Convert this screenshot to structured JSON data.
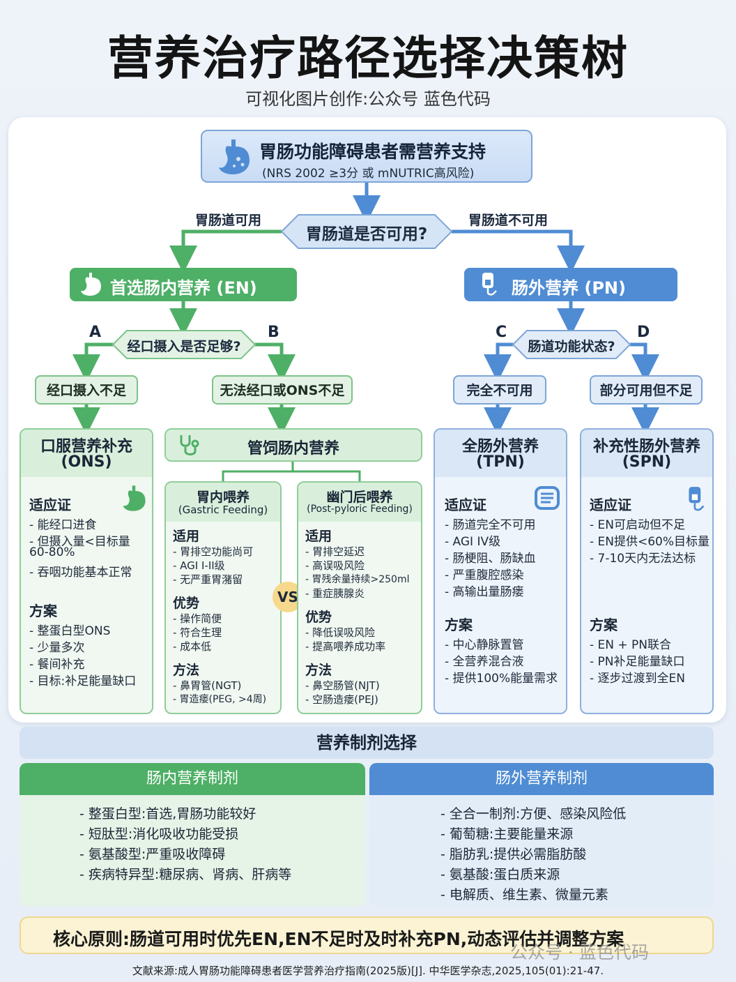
{
  "header": {
    "title": "营养治疗路径选择决策树",
    "subtitle": "可视化图片创作:公众号 蓝色代码"
  },
  "top": {
    "title": "胃肠功能障碍患者需营养支持",
    "criteria": "(NRS 2002 ≥3分 或 mNUTRIC高风险)"
  },
  "decision1": {
    "question": "胃肠道是否可用?",
    "yes_label": "胃肠道可用",
    "no_label": "胃肠道不可用"
  },
  "en": {
    "bar_label": "首选肠内营养 (EN)",
    "question": "经口摄入是否足够?",
    "branch_a": "A",
    "branch_b": "B",
    "pill_a": "经口摄入不足",
    "pill_b": "无法经口或ONS不足"
  },
  "pn": {
    "bar_label": "肠外营养 (PN)",
    "question": "肠道功能状态?",
    "branch_c": "C",
    "branch_d": "D",
    "pill_c": "完全不可用",
    "pill_d": "部分可用但不足"
  },
  "ons": {
    "title1": "口服营养补充",
    "title2": "(ONS)",
    "ind_label": "适应证",
    "indications": [
      "- 能经口进食",
      "- 但摄入量<目标量",
      "60-80%",
      "- 吞咽功能基本正常"
    ],
    "plan_label": "方案",
    "plans": [
      "- 整蛋白型ONS",
      "- 少量多次",
      "- 餐间补充",
      "- 目标:补足能量缺口"
    ]
  },
  "tube": {
    "title": "管饲肠内营养",
    "vs": "VS",
    "gastric": {
      "title": "胃内喂养",
      "subtitle": "(Gastric Feeding)",
      "use_label": "适用",
      "uses": [
        "- 胃排空功能尚可",
        "- AGI I-II级",
        "- 无严重胃潴留"
      ],
      "adv_label": "优势",
      "advs": [
        "- 操作简便",
        "- 符合生理",
        "- 成本低"
      ],
      "method_label": "方法",
      "methods": [
        "- 鼻胃管(NGT)",
        "- 胃造瘘(PEG, >4周)"
      ]
    },
    "postpyloric": {
      "title": "幽门后喂养",
      "subtitle": "(Post-pyloric Feeding)",
      "use_label": "适用",
      "uses": [
        "- 胃排空延迟",
        "- 高误吸风险",
        "- 胃残余量持续>250ml",
        "- 重症胰腺炎"
      ],
      "adv_label": "优势",
      "advs": [
        "- 降低误吸风险",
        "- 提高喂养成功率"
      ],
      "method_label": "方法",
      "methods": [
        "- 鼻空肠管(NJT)",
        "- 空肠造瘘(PEJ)"
      ]
    }
  },
  "tpn": {
    "title1": "全肠外营养",
    "title2": "(TPN)",
    "ind_label": "适应证",
    "indications": [
      "- 肠道完全不可用",
      "- AGI IV级",
      "- 肠梗阻、肠缺血",
      "- 严重腹腔感染",
      "- 高输出量肠瘘"
    ],
    "plan_label": "方案",
    "plans": [
      "- 中心静脉置管",
      "- 全营养混合液",
      "- 提供100%能量需求"
    ]
  },
  "spn": {
    "title1": "补充性肠外营养",
    "title2": "(SPN)",
    "ind_label": "适应证",
    "indications": [
      "- EN可启动但不足",
      "- EN提供<60%目标量",
      "- 7-10天内无法达标"
    ],
    "plan_label": "方案",
    "plans": [
      "- EN + PN联合",
      "- PN补足能量缺口",
      "- 逐步过渡到全EN"
    ]
  },
  "prep": {
    "title": "营养制剂选择",
    "en_title": "肠内营养制剂",
    "en_items": [
      "- 整蛋白型:首选,胃肠功能较好",
      "- 短肽型:消化吸收功能受损",
      "- 氨基酸型:严重吸收障碍",
      "- 疾病特异型:糖尿病、肾病、肝病等"
    ],
    "pn_title": "肠外营养制剂",
    "pn_items": [
      "- 全合一制剂:方便、感染风险低",
      "- 葡萄糖:主要能量来源",
      "- 脂肪乳:提供必需脂肪酸",
      "- 氨基酸:蛋白质来源",
      "- 电解质、维生素、微量元素"
    ]
  },
  "core": "核心原则:肠道可用时优先EN,EN不足时及时补充PN,动态评估并调整方案",
  "watermark": "公众号 · 蓝色代码",
  "source": "文献来源:成人胃肠功能障碍患者医学营养治疗指南(2025版)[J]. 中华医学杂志,2025,105(01):21-47.",
  "colors": {
    "green": "#4eaf66",
    "blue": "#4f8cd3",
    "core_bg": "#fbf3d4"
  }
}
